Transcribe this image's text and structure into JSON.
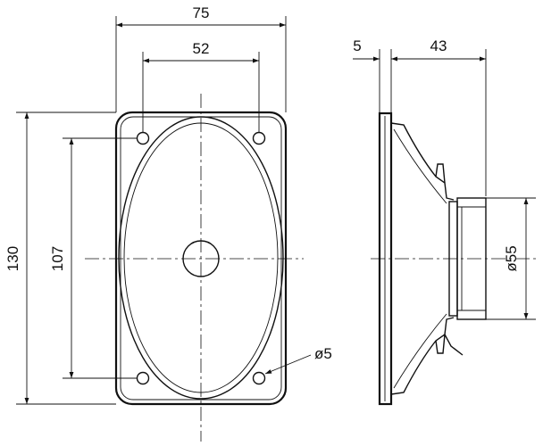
{
  "dimensions": {
    "overall_width": "75",
    "hole_spacing_width": "52",
    "flange_thickness": "5",
    "depth": "43",
    "overall_height": "130",
    "hole_spacing_height": "107",
    "magnet_diameter": "ø55",
    "hole_diameter": "ø5"
  }
}
